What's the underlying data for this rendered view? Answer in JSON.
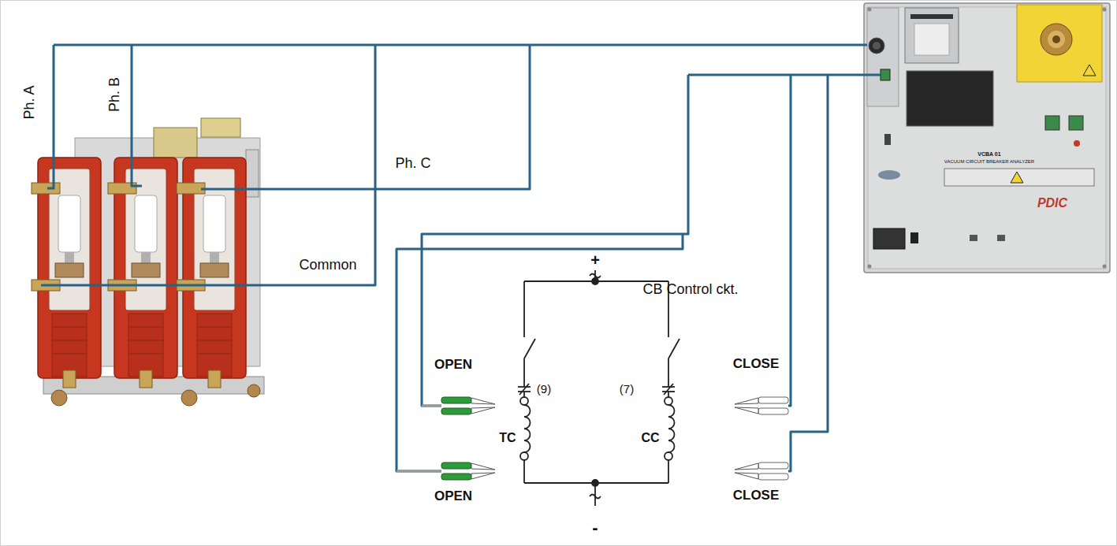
{
  "diagram": {
    "labels": [
      "Ph. A",
      "Ph. B",
      "Ph. C",
      "Common",
      "+",
      "CB Control ckt.",
      "OPEN",
      "(9)",
      "(7)",
      "CLOSE",
      "TC",
      "CC",
      "OPEN",
      "CLOSE",
      "-",
      "VCBA 01",
      "VACUUM CIRCUIT BREAKER ANALYZER",
      "PDIC"
    ]
  }
}
